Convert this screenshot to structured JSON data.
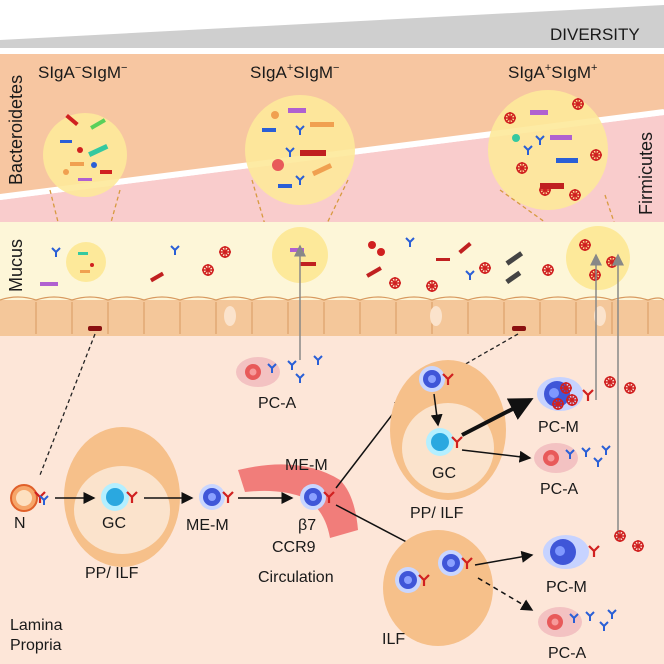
{
  "header": {
    "diversity_label": "DIVERSITY"
  },
  "layers": {
    "bacteroidetes": "Bacteroidetes",
    "firmicutes": "Firmicutes",
    "mucus": "Mucus",
    "lamina_propria_1": "Lamina",
    "lamina_propria_2": "Propria"
  },
  "groups": [
    {
      "base": "SIgA",
      "sup1": "−",
      "mid": "SIgM",
      "sup2": "−"
    },
    {
      "base": "SIgA",
      "sup1": "+",
      "mid": "SIgM",
      "sup2": "−"
    },
    {
      "base": "SIgA",
      "sup1": "+",
      "mid": "SIgM",
      "sup2": "+"
    }
  ],
  "cells": {
    "naive": "N",
    "gc": "GC",
    "me_m": "ME-M",
    "pc_a": "PC-A",
    "pc_m": "PC-M"
  },
  "sites": {
    "pp_ilf": "PP/ ILF",
    "ilf": "ILF",
    "circulation": "Circulation",
    "beta7": "β7",
    "ccr9": "CCR9"
  },
  "colors": {
    "diversity_wedge": "#cfcfcf",
    "bacteroidetes_band": "#f7c6a1",
    "firmicutes_band": "#f9cccc",
    "mucus": "#fdf6d8",
    "epithelium": "#f4c79a",
    "lamina_propria": "#fde6d8",
    "follicle_outer": "#f6c08a",
    "follicle_inner": "#fbe3cc",
    "zoom_circle": "#fde99a",
    "b_cell": "#3f56d8",
    "plasma_cell_a": "#f3a7a7",
    "igm_red": "#d02020",
    "iga_blue": "#2a5fd6",
    "circulation_vessel": "#ee6a6a"
  }
}
